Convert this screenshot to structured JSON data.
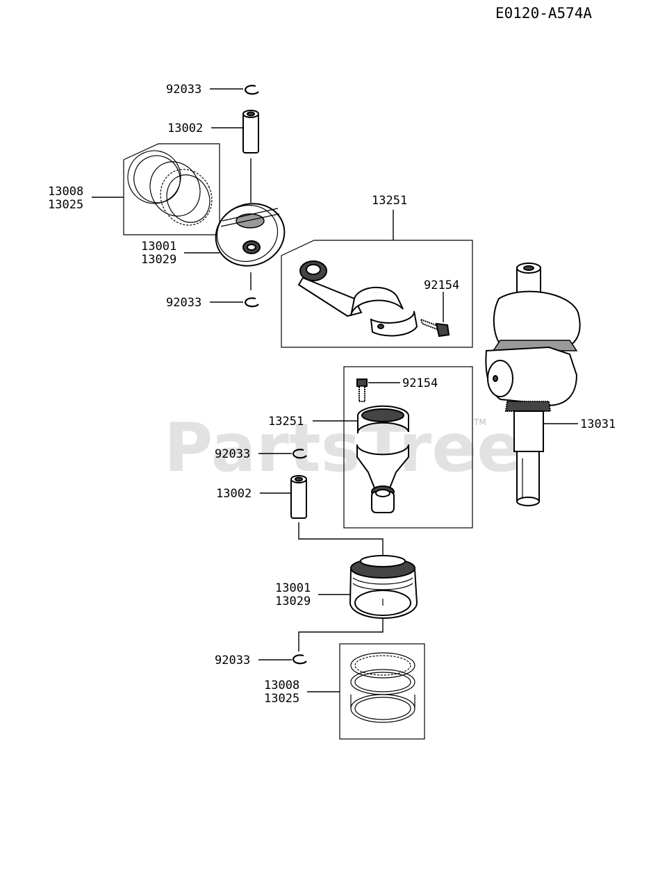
{
  "diagram_code": "E0120-A574A",
  "watermark": "PartsTree",
  "watermark_tm": "TM",
  "labels": {
    "snap_ring_top_1": "92033",
    "piston_pin_top": "13002",
    "piston_rings_top_a": "13008",
    "piston_rings_top_b": "13025",
    "piston_top_a": "13001",
    "piston_top_b": "13029",
    "snap_ring_top_2": "92033",
    "conrod_top": "13251",
    "bolt_top": "92154",
    "bolt_bottom": "92154",
    "conrod_bottom": "13251",
    "crankshaft": "13031",
    "snap_ring_bottom_1": "92033",
    "piston_pin_bottom": "13002",
    "piston_bottom_a": "13001",
    "piston_bottom_b": "13029",
    "snap_ring_bottom_2": "92033",
    "piston_rings_bottom_a": "13008",
    "piston_rings_bottom_b": "13025"
  }
}
